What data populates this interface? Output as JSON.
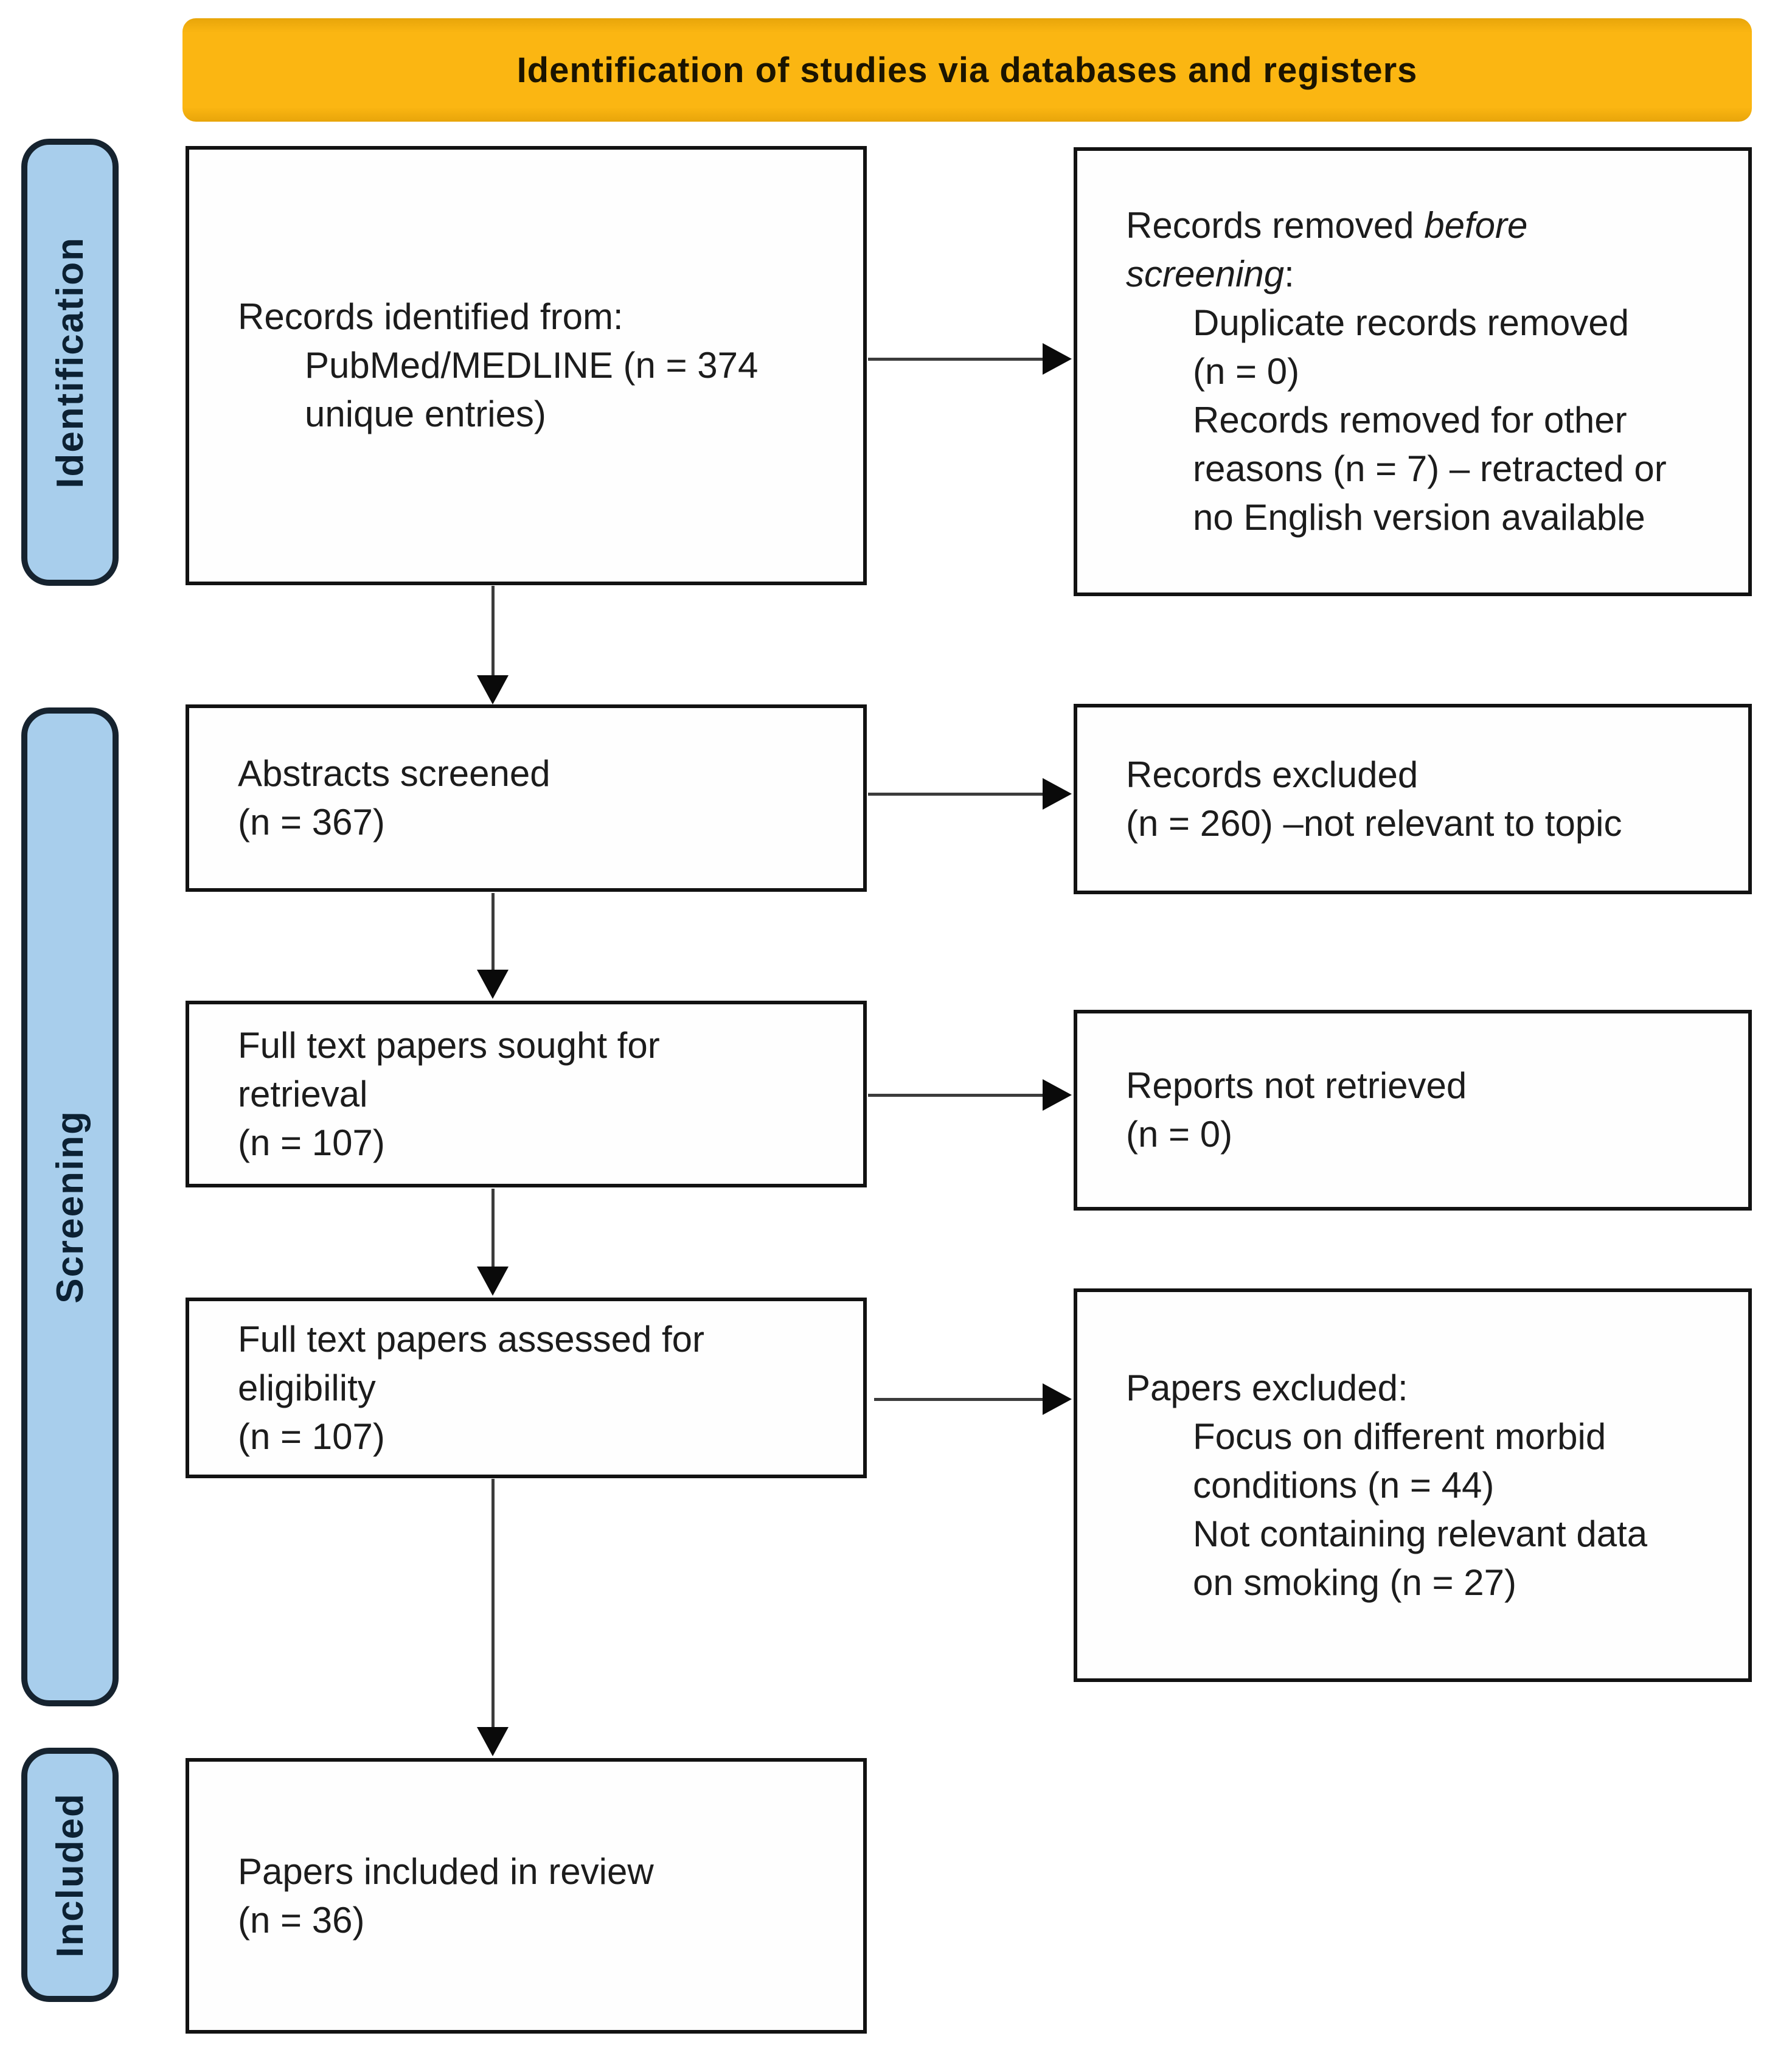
{
  "header": {
    "title": "Identification of studies via databases and registers"
  },
  "colors": {
    "header_bg": "#FBB612",
    "sidebar_bg": "#A8CEEC",
    "sidebar_border": "#16232F",
    "sidebar_text": "#0C2133",
    "box_border": "#121212",
    "box_text": "#1C1C1C",
    "arrow": "#0A0A0A"
  },
  "sidebar": {
    "items": [
      {
        "label": "Identification"
      },
      {
        "label": "Screening"
      },
      {
        "label": "Included"
      }
    ]
  },
  "flow": {
    "left_boxes": [
      {
        "name": "records-identified",
        "lines": [
          {
            "indent": 0,
            "segments": [
              {
                "text": "Records identified from:"
              }
            ]
          },
          {
            "indent": 1,
            "segments": [
              {
                "text": "PubMed/MEDLINE (n = 374"
              }
            ]
          },
          {
            "indent": 1,
            "segments": [
              {
                "text": "unique entries)"
              }
            ]
          }
        ]
      },
      {
        "name": "abstracts-screened",
        "lines": [
          {
            "indent": 0,
            "segments": [
              {
                "text": "Abstracts screened"
              }
            ]
          },
          {
            "indent": 0,
            "segments": [
              {
                "text": "(n = 367)"
              }
            ]
          }
        ]
      },
      {
        "name": "fulltext-sought",
        "lines": [
          {
            "indent": 0,
            "segments": [
              {
                "text": "Full text papers sought for"
              }
            ]
          },
          {
            "indent": 0,
            "segments": [
              {
                "text": "retrieval"
              }
            ]
          },
          {
            "indent": 0,
            "segments": [
              {
                "text": "(n = 107)"
              }
            ]
          }
        ]
      },
      {
        "name": "fulltext-assessed",
        "lines": [
          {
            "indent": 0,
            "segments": [
              {
                "text": "Full text papers assessed for"
              }
            ]
          },
          {
            "indent": 0,
            "segments": [
              {
                "text": "eligibility"
              }
            ]
          },
          {
            "indent": 0,
            "segments": [
              {
                "text": "(n = 107)"
              }
            ]
          }
        ]
      },
      {
        "name": "papers-included",
        "lines": [
          {
            "indent": 0,
            "segments": [
              {
                "text": "Papers included in review"
              }
            ]
          },
          {
            "indent": 0,
            "segments": [
              {
                "text": "(n = 36)"
              }
            ]
          }
        ]
      }
    ],
    "right_boxes": [
      {
        "name": "records-removed-before-screening",
        "lines": [
          {
            "indent": 0,
            "segments": [
              {
                "text": "Records removed "
              },
              {
                "text": "before",
                "italic": true
              }
            ]
          },
          {
            "indent": 0,
            "segments": [
              {
                "text": "screening",
                "italic": true
              },
              {
                "text": ":"
              }
            ]
          },
          {
            "indent": 1,
            "segments": [
              {
                "text": "Duplicate records removed"
              }
            ]
          },
          {
            "indent": 1,
            "segments": [
              {
                "text": "(n = 0)"
              }
            ]
          },
          {
            "indent": 1,
            "segments": [
              {
                "text": "Records removed for other"
              }
            ]
          },
          {
            "indent": 1,
            "segments": [
              {
                "text": "reasons (n = 7) – retracted or"
              }
            ]
          },
          {
            "indent": 1,
            "segments": [
              {
                "text": "no English version available"
              }
            ]
          }
        ]
      },
      {
        "name": "records-excluded",
        "lines": [
          {
            "indent": 0,
            "segments": [
              {
                "text": "Records excluded"
              }
            ]
          },
          {
            "indent": 0,
            "segments": [
              {
                "text": "(n = 260) –not relevant to topic"
              }
            ]
          }
        ]
      },
      {
        "name": "reports-not-retrieved",
        "lines": [
          {
            "indent": 0,
            "segments": [
              {
                "text": "Reports not retrieved"
              }
            ]
          },
          {
            "indent": 0,
            "segments": [
              {
                "text": "(n = 0)"
              }
            ]
          }
        ]
      },
      {
        "name": "papers-excluded",
        "lines": [
          {
            "indent": 0,
            "segments": [
              {
                "text": "Papers excluded:"
              }
            ]
          },
          {
            "indent": 1,
            "segments": [
              {
                "text": "Focus on different morbid"
              }
            ]
          },
          {
            "indent": 1,
            "segments": [
              {
                "text": "conditions (n = 44)"
              }
            ]
          },
          {
            "indent": 1,
            "segments": [
              {
                "text": "Not containing relevant data"
              }
            ]
          },
          {
            "indent": 1,
            "segments": [
              {
                "text": "on smoking (n = 27)"
              }
            ]
          }
        ]
      }
    ]
  }
}
